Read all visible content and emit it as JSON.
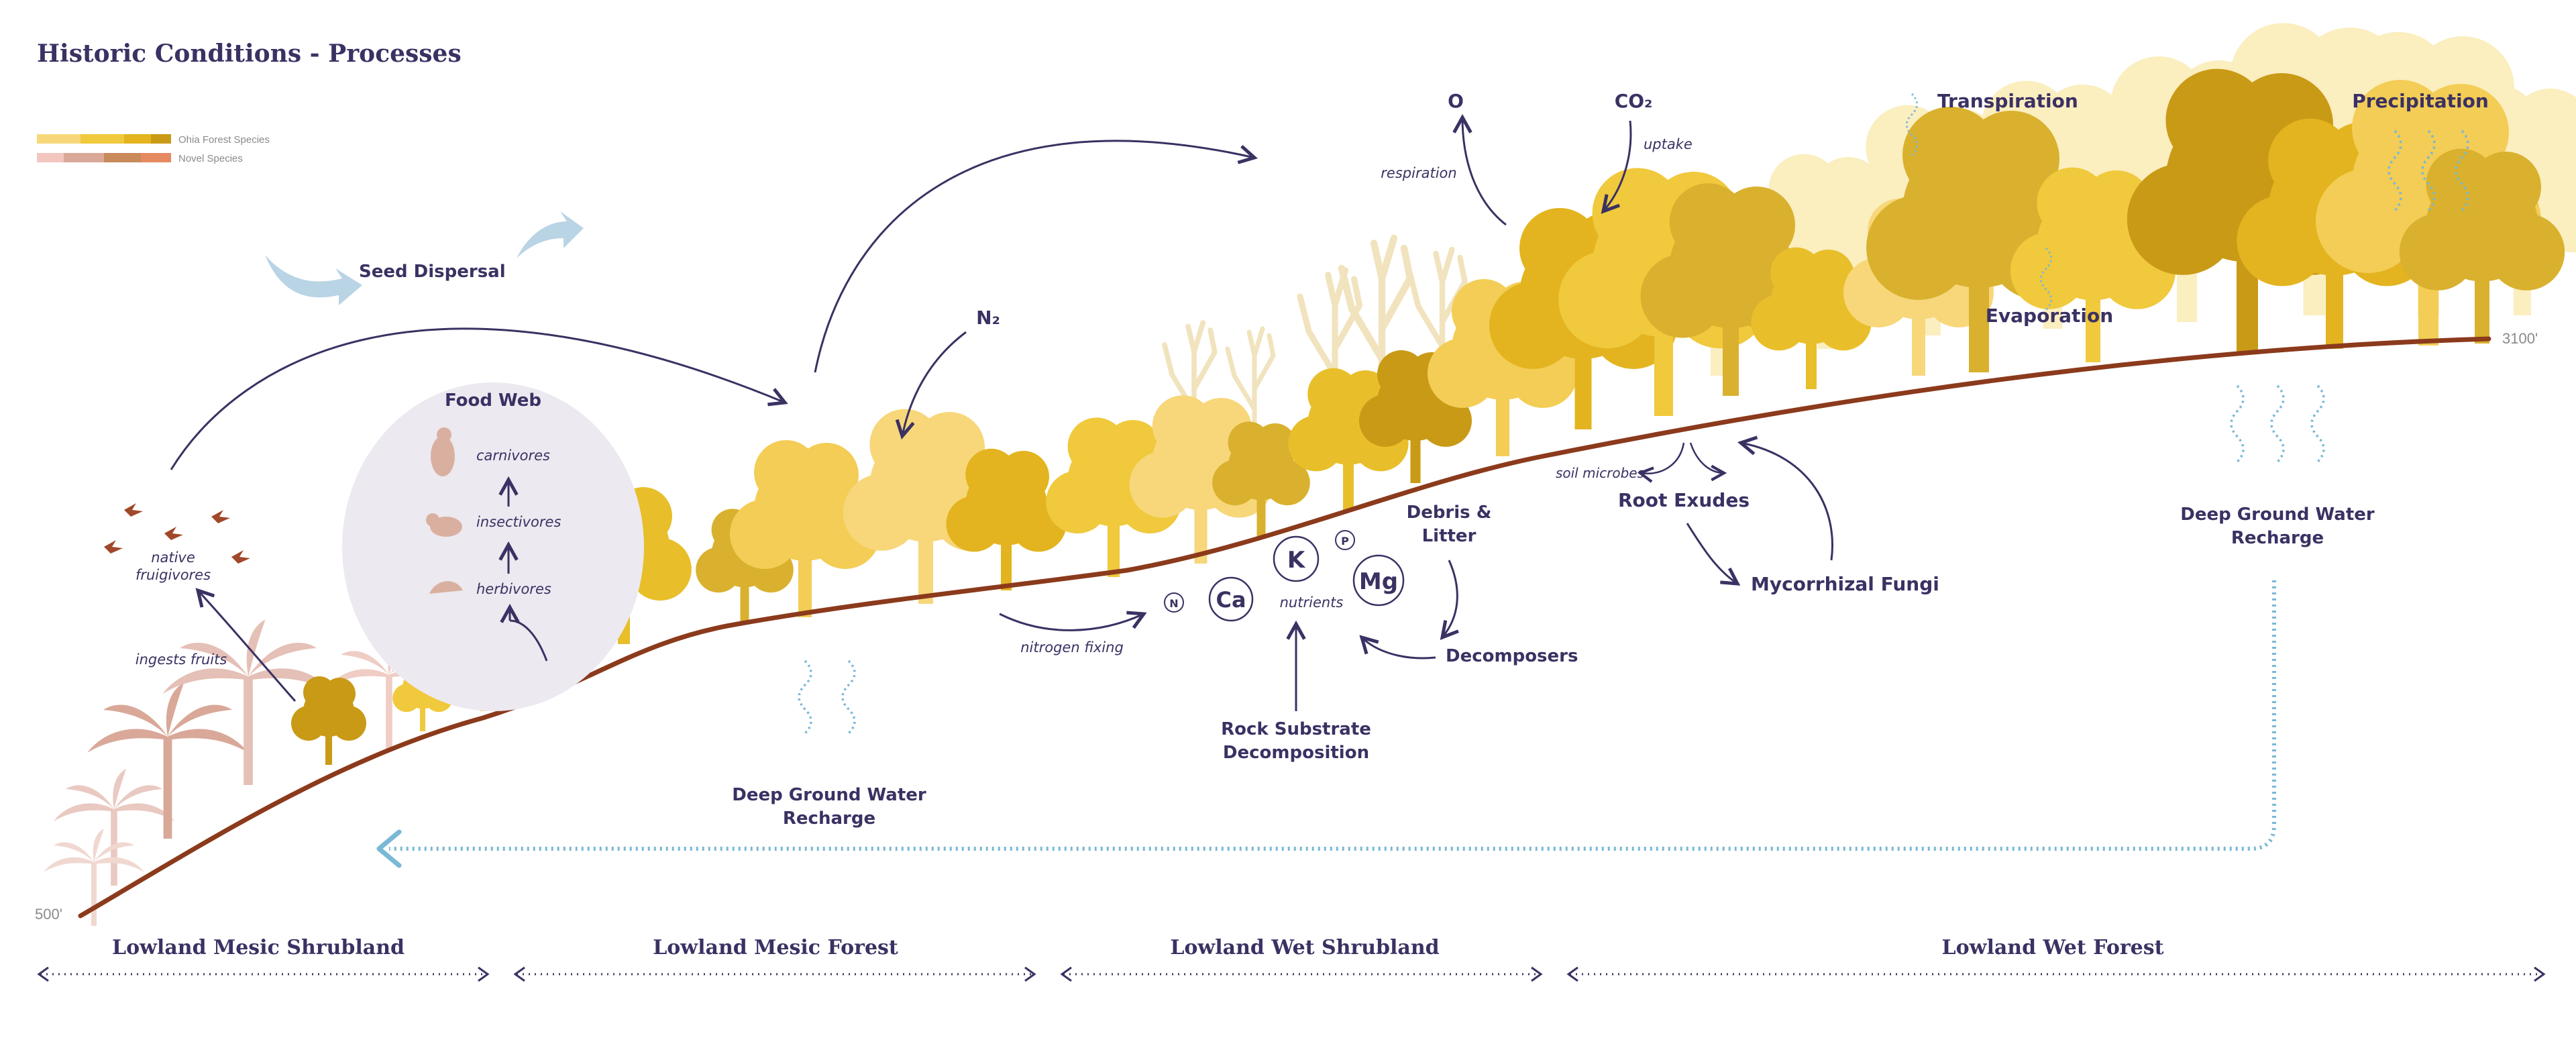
{
  "title": "Historic Conditions - Processes",
  "legend": {
    "ohia": {
      "label": "Ohia Forest Species",
      "colors": [
        "#f7d77a",
        "#f0c93c",
        "#e3b41f",
        "#c99a16"
      ]
    },
    "novel": {
      "label": "Novel Species",
      "colors": [
        "#f4c6c0",
        "#d9a898",
        "#c98a5c",
        "#e58a60"
      ]
    }
  },
  "elevations": {
    "low": "500'",
    "high": "3100'"
  },
  "labels": {
    "oxygen": "O",
    "co2": "CO₂",
    "respiration": "respiration",
    "uptake": "uptake",
    "transpiration": "Transpiration",
    "precipitation": "Precipitation",
    "evaporation": "Evaporation",
    "seed_dispersal": "Seed Dispersal",
    "nitrogen": "N₂",
    "food_web": "Food Web",
    "carnivores": "carnivores",
    "insectivores": "insectivores",
    "herbivores": "herbivores",
    "native": "native",
    "fruigivores": "fruigivores",
    "ingests_fruits": "ingests fruits",
    "debris_1": "Debris &",
    "debris_2": "Litter",
    "soil_microbes": "soil microbes",
    "root_exudes": "Root Exudes",
    "mycorrhizal": "Mycorrhizal Fungi",
    "deep_gw_1": "Deep Ground Water",
    "deep_gw_2": "Recharge",
    "nitrogen_fixing": "nitrogen fixing",
    "nutrients": "nutrients",
    "decomposers": "Decomposers",
    "rock_1": "Rock Substrate",
    "rock_2": "Decomposition"
  },
  "nutrients": {
    "n": "N",
    "ca": "Ca",
    "k": "K",
    "p": "P",
    "mg": "Mg"
  },
  "zones": [
    "Lowland Mesic Shrubland",
    "Lowland Mesic Forest",
    "Lowland Wet Shrubland",
    "Lowland Wet Forest"
  ],
  "colors": {
    "ground": "#8b3a1c",
    "ink": "#3b3163",
    "water": "#7ab8d6",
    "bird": "#a0482a",
    "foodweb_bg": "#ece9f0"
  }
}
